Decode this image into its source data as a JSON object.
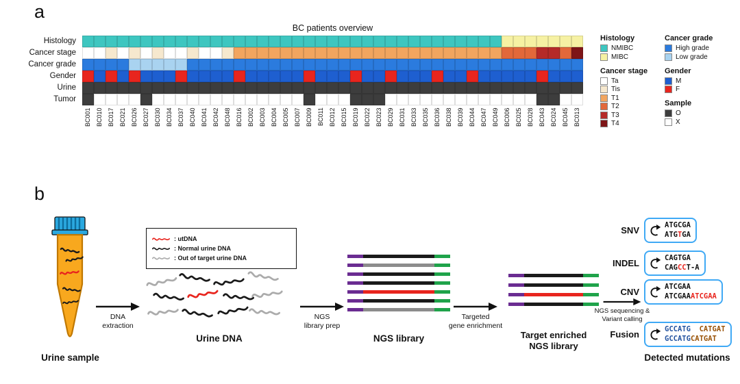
{
  "panel_a": {
    "label": "a",
    "legend_columns": [
      [
        {
          "title": "Histology",
          "items": [
            {
              "label": "NMIBC",
              "color": "#3EC6C0"
            },
            {
              "label": "MIBC",
              "color": "#F6F1A3"
            }
          ]
        },
        {
          "title": "Cancer stage",
          "items": [
            {
              "label": "Ta",
              "color": "#FFFFFF"
            },
            {
              "label": "Tis",
              "color": "#F6E8CE"
            },
            {
              "label": "T1",
              "color": "#F2A55F"
            },
            {
              "label": "T2",
              "color": "#E2683A"
            },
            {
              "label": "T3",
              "color": "#B52A28"
            },
            {
              "label": "T4",
              "color": "#7E1517"
            }
          ]
        }
      ],
      [
        {
          "title": "Cancer grade",
          "items": [
            {
              "label": "High grade",
              "color": "#2B7BDE"
            },
            {
              "label": "Low grade",
              "color": "#A9D3F0"
            }
          ]
        },
        {
          "title": "Gender",
          "items": [
            {
              "label": "M",
              "color": "#1E5FD0"
            },
            {
              "label": "F",
              "color": "#E8251E"
            }
          ]
        },
        {
          "title": "Sample",
          "items": [
            {
              "label": "O",
              "color": "#3D3D3D"
            },
            {
              "label": "X",
              "color": "#FFFFFF"
            }
          ]
        }
      ]
    ]
  },
  "chart_data": {
    "type": "heatmap",
    "title": "BC patients overview",
    "columns": [
      "BC001",
      "BC010",
      "BC017",
      "BC021",
      "BC026",
      "BC027",
      "BC030",
      "BC034",
      "BC037",
      "BC040",
      "BC041",
      "BC042",
      "BC048",
      "BC016",
      "BC002",
      "BC003",
      "BC004",
      "BC005",
      "BC007",
      "BC009",
      "BC011",
      "BC012",
      "BC015",
      "BC019",
      "BC022",
      "BC023",
      "BC029",
      "BC031",
      "BC033",
      "BC035",
      "BC036",
      "BC038",
      "BC039",
      "BC044",
      "BC047",
      "BC049",
      "BC006",
      "BC025",
      "BC028",
      "BC043",
      "BC024",
      "BC045",
      "BC013"
    ],
    "rows": [
      {
        "label": "Histology",
        "values": [
          "NMIBC",
          "NMIBC",
          "NMIBC",
          "NMIBC",
          "NMIBC",
          "NMIBC",
          "NMIBC",
          "NMIBC",
          "NMIBC",
          "NMIBC",
          "NMIBC",
          "NMIBC",
          "NMIBC",
          "NMIBC",
          "NMIBC",
          "NMIBC",
          "NMIBC",
          "NMIBC",
          "NMIBC",
          "NMIBC",
          "NMIBC",
          "NMIBC",
          "NMIBC",
          "NMIBC",
          "NMIBC",
          "NMIBC",
          "NMIBC",
          "NMIBC",
          "NMIBC",
          "NMIBC",
          "NMIBC",
          "NMIBC",
          "NMIBC",
          "NMIBC",
          "NMIBC",
          "NMIBC",
          "MIBC",
          "MIBC",
          "MIBC",
          "MIBC",
          "MIBC",
          "MIBC",
          "MIBC"
        ]
      },
      {
        "label": "Cancer stage",
        "values": [
          "Ta",
          "Ta",
          "Tis",
          "Ta",
          "Tis",
          "Ta",
          "Tis",
          "Ta",
          "Ta",
          "Tis",
          "Ta",
          "Ta",
          "Tis",
          "T1",
          "T1",
          "T1",
          "T1",
          "T1",
          "T1",
          "T1",
          "T1",
          "T1",
          "T1",
          "T1",
          "T1",
          "T1",
          "T1",
          "T1",
          "T1",
          "T1",
          "T1",
          "T1",
          "T1",
          "T1",
          "T1",
          "T1",
          "T2",
          "T2",
          "T2",
          "T3",
          "T3",
          "T2",
          "T4"
        ]
      },
      {
        "label": "Cancer grade",
        "values": [
          "High grade",
          "High grade",
          "High grade",
          "High grade",
          "Low grade",
          "Low grade",
          "Low grade",
          "Low grade",
          "Low grade",
          "High grade",
          "High grade",
          "High grade",
          "High grade",
          "High grade",
          "High grade",
          "High grade",
          "High grade",
          "High grade",
          "High grade",
          "High grade",
          "High grade",
          "High grade",
          "High grade",
          "High grade",
          "High grade",
          "High grade",
          "High grade",
          "High grade",
          "High grade",
          "High grade",
          "High grade",
          "High grade",
          "High grade",
          "High grade",
          "High grade",
          "High grade",
          "High grade",
          "High grade",
          "High grade",
          "High grade",
          "High grade",
          "High grade",
          "High grade"
        ]
      },
      {
        "label": "Gender",
        "values": [
          "F",
          "M",
          "F",
          "M",
          "F",
          "M",
          "M",
          "M",
          "F",
          "M",
          "M",
          "M",
          "M",
          "F",
          "M",
          "M",
          "M",
          "M",
          "M",
          "F",
          "M",
          "M",
          "M",
          "F",
          "M",
          "M",
          "F",
          "M",
          "M",
          "M",
          "F",
          "M",
          "M",
          "F",
          "M",
          "M",
          "M",
          "M",
          "M",
          "F",
          "M",
          "M",
          "M"
        ]
      },
      {
        "label": "Urine",
        "values": [
          "O",
          "O",
          "O",
          "O",
          "O",
          "O",
          "O",
          "O",
          "O",
          "O",
          "O",
          "O",
          "O",
          "O",
          "O",
          "O",
          "O",
          "O",
          "O",
          "O",
          "O",
          "O",
          "O",
          "O",
          "O",
          "O",
          "O",
          "O",
          "O",
          "O",
          "O",
          "O",
          "O",
          "O",
          "O",
          "O",
          "O",
          "O",
          "O",
          "O",
          "O",
          "O",
          "O"
        ]
      },
      {
        "label": "Tumor",
        "values": [
          "O",
          "X",
          "X",
          "X",
          "X",
          "O",
          "X",
          "X",
          "X",
          "X",
          "X",
          "X",
          "X",
          "X",
          "X",
          "X",
          "X",
          "X",
          "X",
          "O",
          "X",
          "X",
          "X",
          "O",
          "O",
          "O",
          "X",
          "X",
          "X",
          "X",
          "X",
          "X",
          "X",
          "X",
          "X",
          "X",
          "X",
          "X",
          "X",
          "O",
          "O",
          "X",
          "X"
        ]
      }
    ],
    "color_map": {
      "NMIBC": "#3EC6C0",
      "MIBC": "#F6F1A3",
      "Ta": "#FFFFFF",
      "Tis": "#F6E8CE",
      "T1": "#F2A55F",
      "T2": "#E2683A",
      "T3": "#B52A28",
      "T4": "#7E1517",
      "High grade": "#2B7BDE",
      "Low grade": "#A9D3F0",
      "M": "#1E5FD0",
      "F": "#E8251E",
      "O": "#3D3D3D",
      "X": "#FFFFFF"
    }
  },
  "panel_b": {
    "label": "b",
    "urine_sample_label": "Urine sample",
    "urine_dna_label": "Urine DNA",
    "ngs_library_label": "NGS library",
    "target_label": [
      "Target enriched",
      "NGS library"
    ],
    "detected_label": "Detected mutations",
    "arrows": [
      {
        "lines": [
          "DNA",
          "extraction"
        ]
      },
      {
        "lines": [
          "NGS",
          "library prep"
        ]
      },
      {
        "lines": [
          "Targeted",
          "gene enrichment"
        ]
      },
      {
        "lines": [
          "NGS sequencing &",
          "Variant calling"
        ]
      }
    ],
    "dna_legend": [
      {
        "color": "#E8251E",
        "label": ": utDNA"
      },
      {
        "color": "#1A1A1A",
        "label": ": Normal urine DNA"
      },
      {
        "color": "#ABABAB",
        "label": ": Out of target urine DNA"
      }
    ],
    "urine_dna_strands": [
      "#ABABAB",
      "#1A1A1A",
      "#1A1A1A",
      "#ABABAB",
      "#1A1A1A",
      "#E8251E",
      "#1A1A1A",
      "#ABABAB",
      "#ABABAB",
      "#1A1A1A",
      "#1A1A1A",
      "#ABABAB"
    ],
    "tube_strands": [
      "#1A1A1A",
      "#E8251E",
      "#1A1A1A",
      "#1A1A1A",
      "#1A1A1A"
    ],
    "bar_end_colors": {
      "left": "#6A2C91",
      "right": "#1FA34A"
    },
    "ngs_library_bars": [
      "#1A1A1A",
      "#8C8C8C",
      "#1A1A1A",
      "#1A1A1A",
      "#E8251E",
      "#1A1A1A",
      "#8C8C8C"
    ],
    "target_bars": [
      "#1A1A1A",
      "#1A1A1A",
      "#E8251E",
      "#1A1A1A"
    ],
    "seq_colors": {
      "k": "#111111",
      "r": "#E8251E",
      "b": "#2353A0",
      "br": "#995207"
    },
    "mutations": [
      {
        "type": "SNV",
        "top": [
          {
            "t": "ATGCGA",
            "c": "k"
          }
        ],
        "bottom": [
          {
            "t": "ATG",
            "c": "k"
          },
          {
            "t": "T",
            "c": "r"
          },
          {
            "t": "GA",
            "c": "k"
          }
        ]
      },
      {
        "type": "INDEL",
        "top": [
          {
            "t": "CAGTGA",
            "c": "k"
          }
        ],
        "bottom": [
          {
            "t": "CAG",
            "c": "k"
          },
          {
            "t": "CC",
            "c": "r"
          },
          {
            "t": "T-A",
            "c": "k"
          }
        ]
      },
      {
        "type": "CNV",
        "top": [
          {
            "t": "ATCGAA",
            "c": "k"
          }
        ],
        "bottom": [
          {
            "t": "ATCGAA",
            "c": "k"
          },
          {
            "t": "ATCGAA",
            "c": "r"
          }
        ]
      },
      {
        "type": "Fusion",
        "top": [
          {
            "t": "GCCATG",
            "c": "b"
          },
          {
            "t": "  ",
            "c": "k"
          },
          {
            "t": "CATGAT",
            "c": "br"
          }
        ],
        "bottom": [
          {
            "t": "GCCATG",
            "c": "b"
          },
          {
            "t": "CATGAT",
            "c": "br"
          }
        ]
      }
    ]
  }
}
